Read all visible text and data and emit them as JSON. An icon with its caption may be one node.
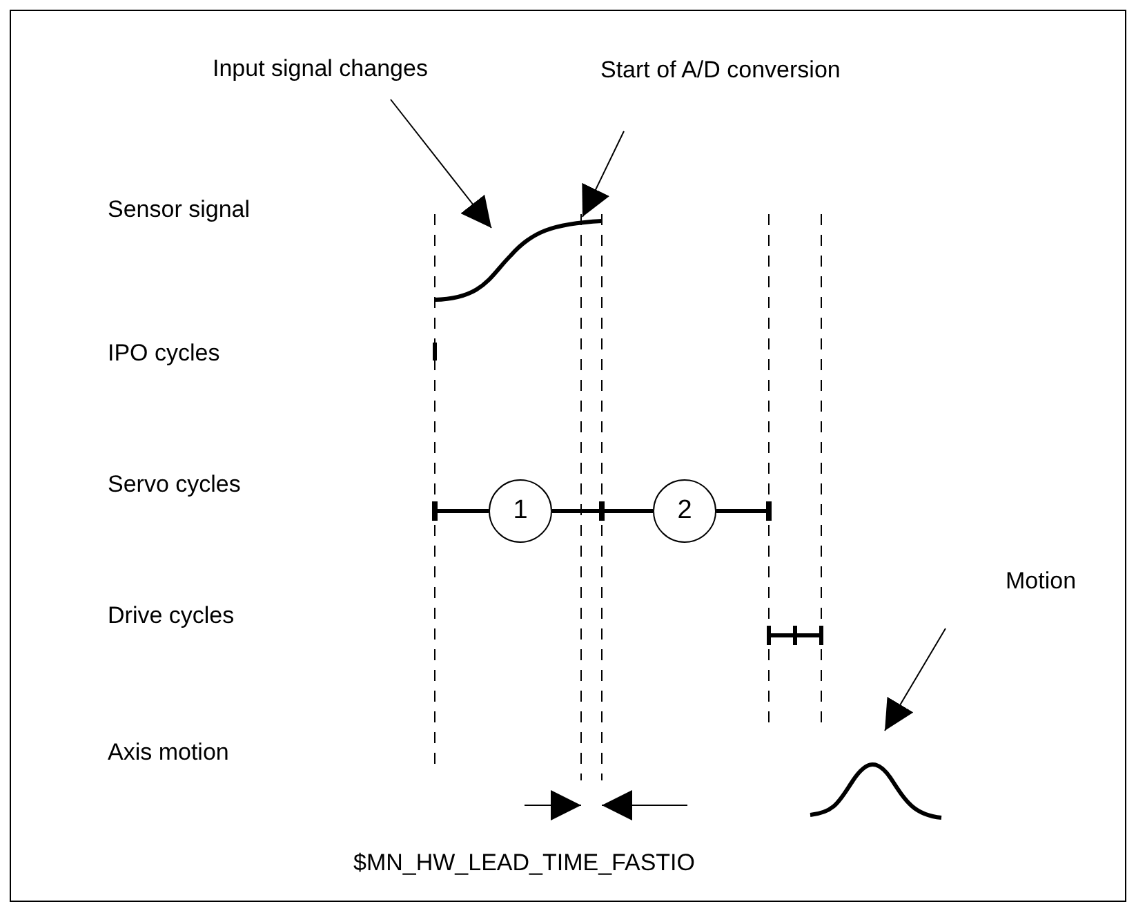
{
  "diagram": {
    "nodes": [
      {
        "text": [
          "Input signal changes"
        ]
      },
      {
        "text": [
          "Start of A/D conversion"
        ]
      },
      {
        "text": [
          "Motion"
        ]
      },
      {
        "text": [],
        "shape": "curve"
      },
      {
        "text": [],
        "shape": "curve"
      },
      {
        "text": [
          "1"
        ]
      },
      {
        "text": [
          "2"
        ]
      },
      {
        "text": [],
        "shape": "bar"
      },
      {
        "text": [],
        "shape": "bar"
      },
      {
        "text": [],
        "shape": "bar"
      }
    ],
    "edges": [
      {
        "from": 0,
        "to": 3,
        "arrow": "to"
      },
      {
        "from": 1,
        "to": 3,
        "arrow": "to"
      },
      {
        "from": 2,
        "to": 4,
        "arrow": "to"
      },
      {
        "from": 7,
        "to": 5,
        "arrow": "none"
      },
      {
        "from": 5,
        "to": 8,
        "arrow": "none"
      },
      {
        "from": 8,
        "to": 6,
        "arrow": "none"
      },
      {
        "from": 6,
        "to": 9,
        "arrow": "none"
      }
    ],
    "labels": [
      "Sensor signal",
      "IPO cycles",
      "Servo cycles",
      "Drive cycles",
      "Axis motion",
      "$MN_HW_LEAD_TIME_FASTIO"
    ]
  }
}
